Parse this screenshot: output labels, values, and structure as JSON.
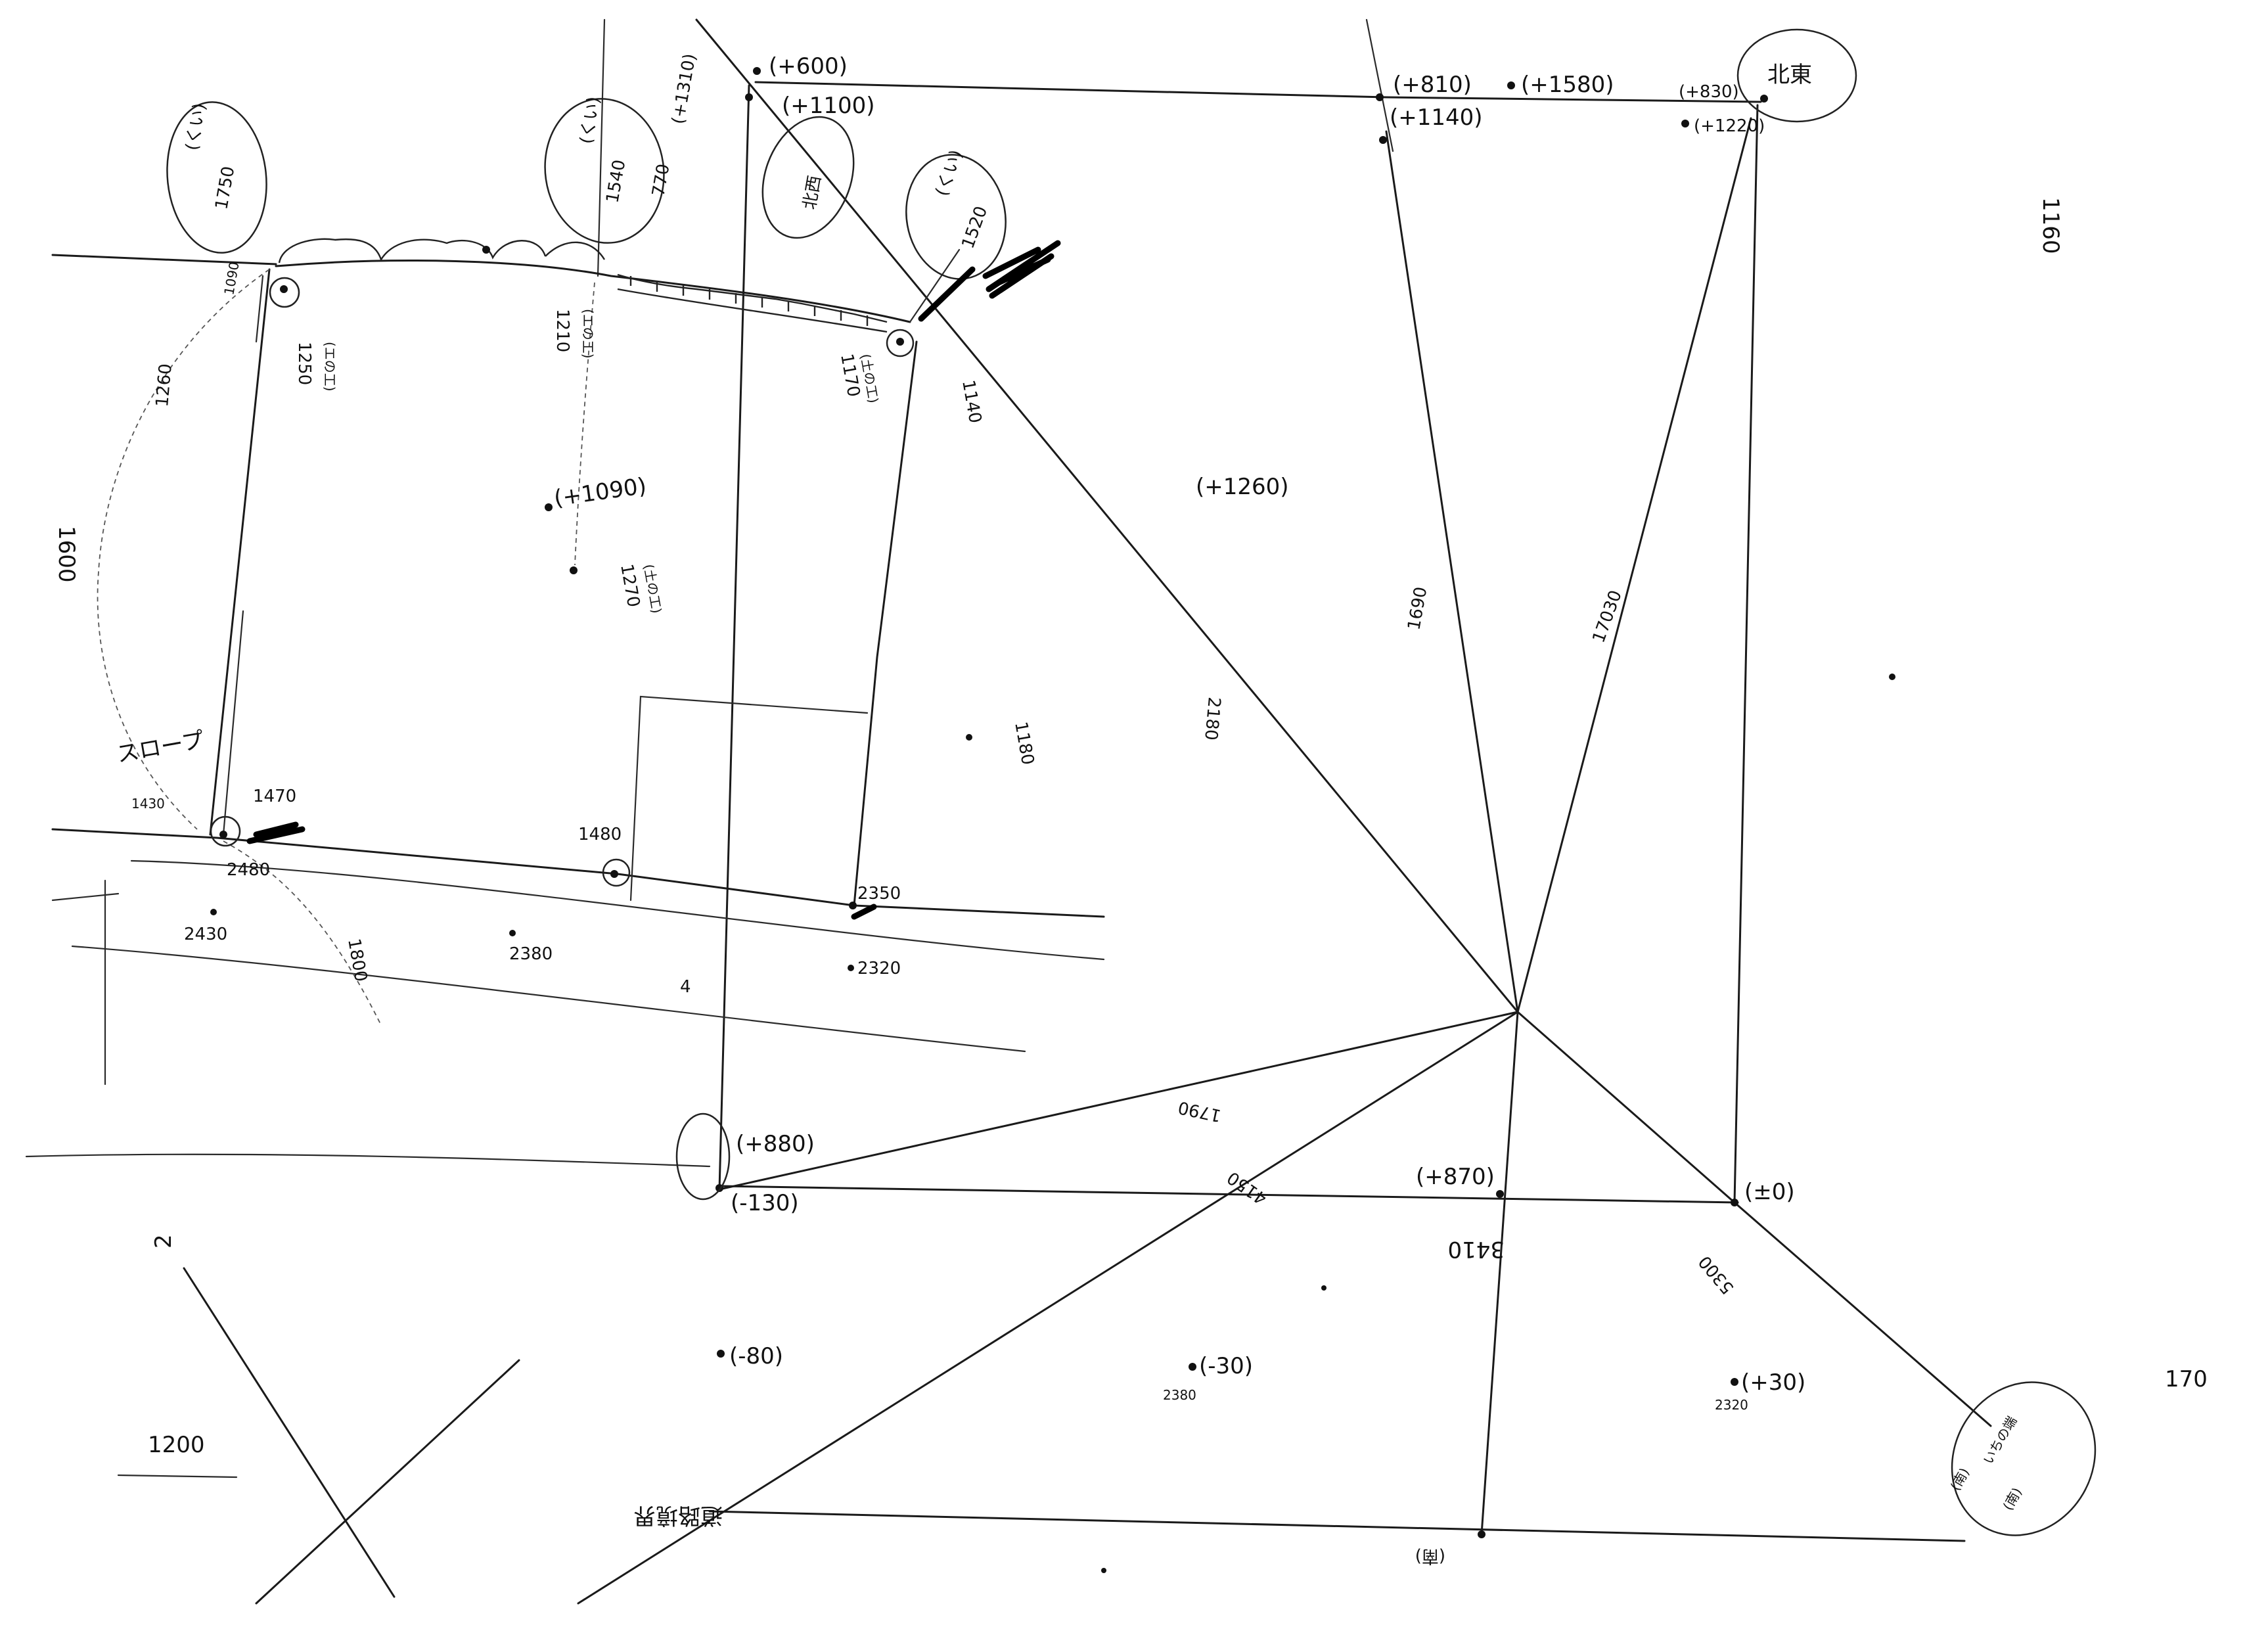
{
  "elevations": {
    "p600": "(+600)",
    "p1100": "(+1100)",
    "p1310": "(+1310)",
    "p810": "(+810)",
    "p1580": "(+1580)",
    "p1140": "(+1140)",
    "p830": "(+830)",
    "p1220": "(+1220)",
    "p1090": "(+1090)",
    "p1260": "(+1260)",
    "p880": "(+880)",
    "m130": "(-130)",
    "p870": "(+870)",
    "pm0": "(±0)",
    "m80": "(-80)",
    "m30": "(-30)",
    "p30": "(+30)"
  },
  "bubbles": {
    "kui_1750": [
      "(くい)",
      "1750"
    ],
    "kui_1540": [
      "(くい)",
      "1540"
    ],
    "kui_1520": [
      "(くい)",
      "1520"
    ],
    "kita_higashi": "北東",
    "kita_left": "北西",
    "minami": [
      "(南)",
      "いちの端",
      "(南)"
    ]
  },
  "distances": {
    "d2180": "2180",
    "d1690": "1690",
    "d17030": "17030",
    "d1790": "1790",
    "d4150": "4150",
    "d3410": "3410",
    "d5300": "5300",
    "d1800": "1800",
    "d1600": "1600"
  },
  "heights": {
    "h1250": "1250",
    "h1250b": "(エの工)",
    "h1210": "1210",
    "h1210b": "(エの工)",
    "h770": "770",
    "h1170": "1170",
    "h1170b": "(土の工)",
    "h1140": "1140",
    "h1270": "1270",
    "h1270b": "(土の工)",
    "h1180": "1180",
    "h1470": "1470",
    "h1480": "1480",
    "h2480": "2480",
    "h2350": "2350",
    "h2430": "2430",
    "h2380": "2380",
    "h2320": "2320",
    "h2380b": "2380",
    "h2320b": "2320",
    "h1260": "1260",
    "h1090": "1090",
    "h1430": "1430"
  },
  "misc": {
    "slope": "スロープ",
    "right_1160": "1160",
    "right_170": "170",
    "bottom_1200": "1200",
    "bottom_text": "道路境界",
    "south_pt": "(南)",
    "mark_4": "4",
    "mark_2": "2"
  },
  "colors": {
    "ink": "#1a1a1a",
    "paper": "#ffffff"
  }
}
